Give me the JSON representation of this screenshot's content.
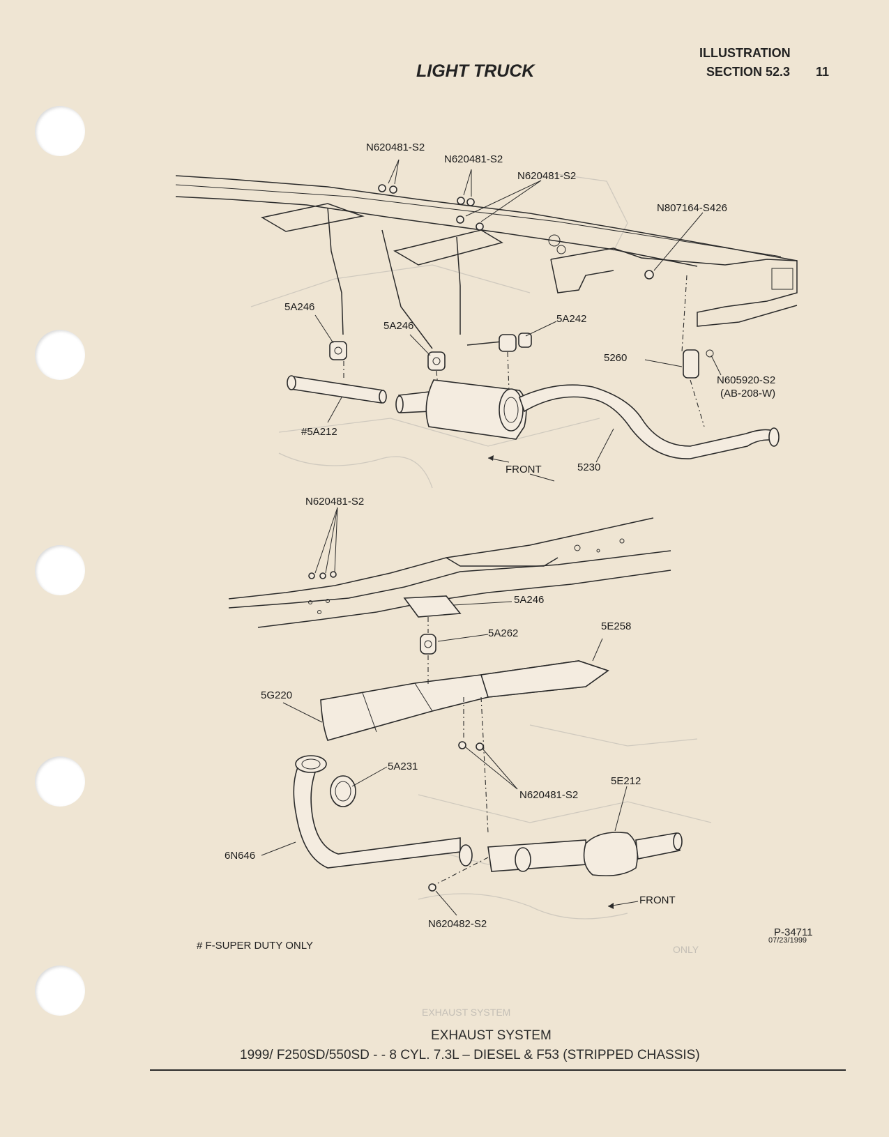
{
  "header": {
    "title": "LIGHT TRUCK",
    "illustration": "ILLUSTRATION",
    "section": "SECTION 52.3",
    "page_number": "11"
  },
  "diagram_top": {
    "labels": [
      "N620481-S2",
      "N620481-S2",
      "N620481-S2",
      "N807164-S426",
      "5A246",
      "5A246",
      "5A242",
      "5260",
      "N605920-S2",
      "(AB-208-W)",
      "#5A212",
      "FRONT",
      "5230"
    ]
  },
  "diagram_bottom": {
    "labels": [
      "N620481-S2",
      "5A246",
      "5A262",
      "5E258",
      "5G220",
      "5A231",
      "N620481-S2",
      "5E212",
      "6N646",
      "FRONT",
      "N620482-S2"
    ]
  },
  "footnote": "# F-SUPER DUTY ONLY",
  "drawing_number": "P-34711",
  "drawing_date": "07/23/1999",
  "footer": {
    "title": "EXHAUST SYSTEM",
    "subtitle": "1999/ F250SD/550SD - - 8 CYL. 7.3L – DIESEL & F53 (STRIPPED CHASSIS)"
  }
}
